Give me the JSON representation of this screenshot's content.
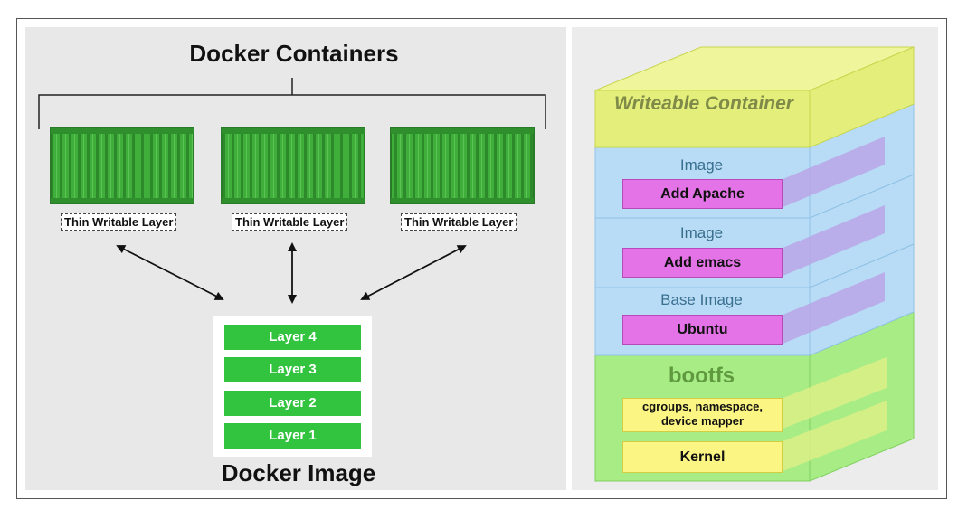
{
  "left": {
    "containers_title": "Docker Containers",
    "thin_layer_label": "Thin Writable Layer",
    "image_title": "Docker Image",
    "layers": [
      "Layer 4",
      "Layer 3",
      "Layer 2",
      "Layer 1"
    ],
    "container_color": "#3fae3a",
    "layer_color": "#33c43f"
  },
  "right": {
    "writeable_container": "Writeable Container",
    "image_label_1": "Image",
    "add_apache": "Add Apache",
    "image_label_2": "Image",
    "add_emacs": "Add emacs",
    "base_image_label": "Base Image",
    "ubuntu": "Ubuntu",
    "bootfs": "bootfs",
    "cgroups_line1": "cgroups, namespace,",
    "cgroups_line2": "device mapper",
    "kernel": "Kernel",
    "colors": {
      "writeable": "#e3ef7a",
      "image_layer": "#b8d8f5",
      "bootfs_layer": "#a8ec86",
      "magenta": "#e373e6",
      "yellow": "#fbf583"
    }
  }
}
